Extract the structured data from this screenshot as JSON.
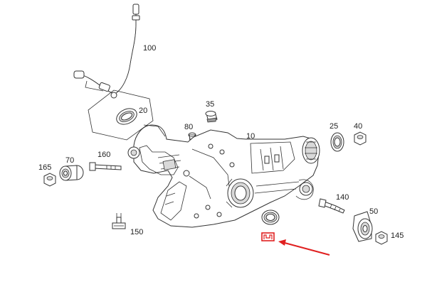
{
  "callouts": {
    "p100": "100",
    "p20": "20",
    "p35": "35",
    "p80": "80",
    "p10": "10",
    "p25": "25",
    "p40": "40",
    "p70": "70",
    "p160": "160",
    "p165": "165",
    "p140": "140",
    "p50": "50",
    "p150": "150",
    "p145": "145"
  },
  "highlight": {
    "color": "#e02020"
  }
}
